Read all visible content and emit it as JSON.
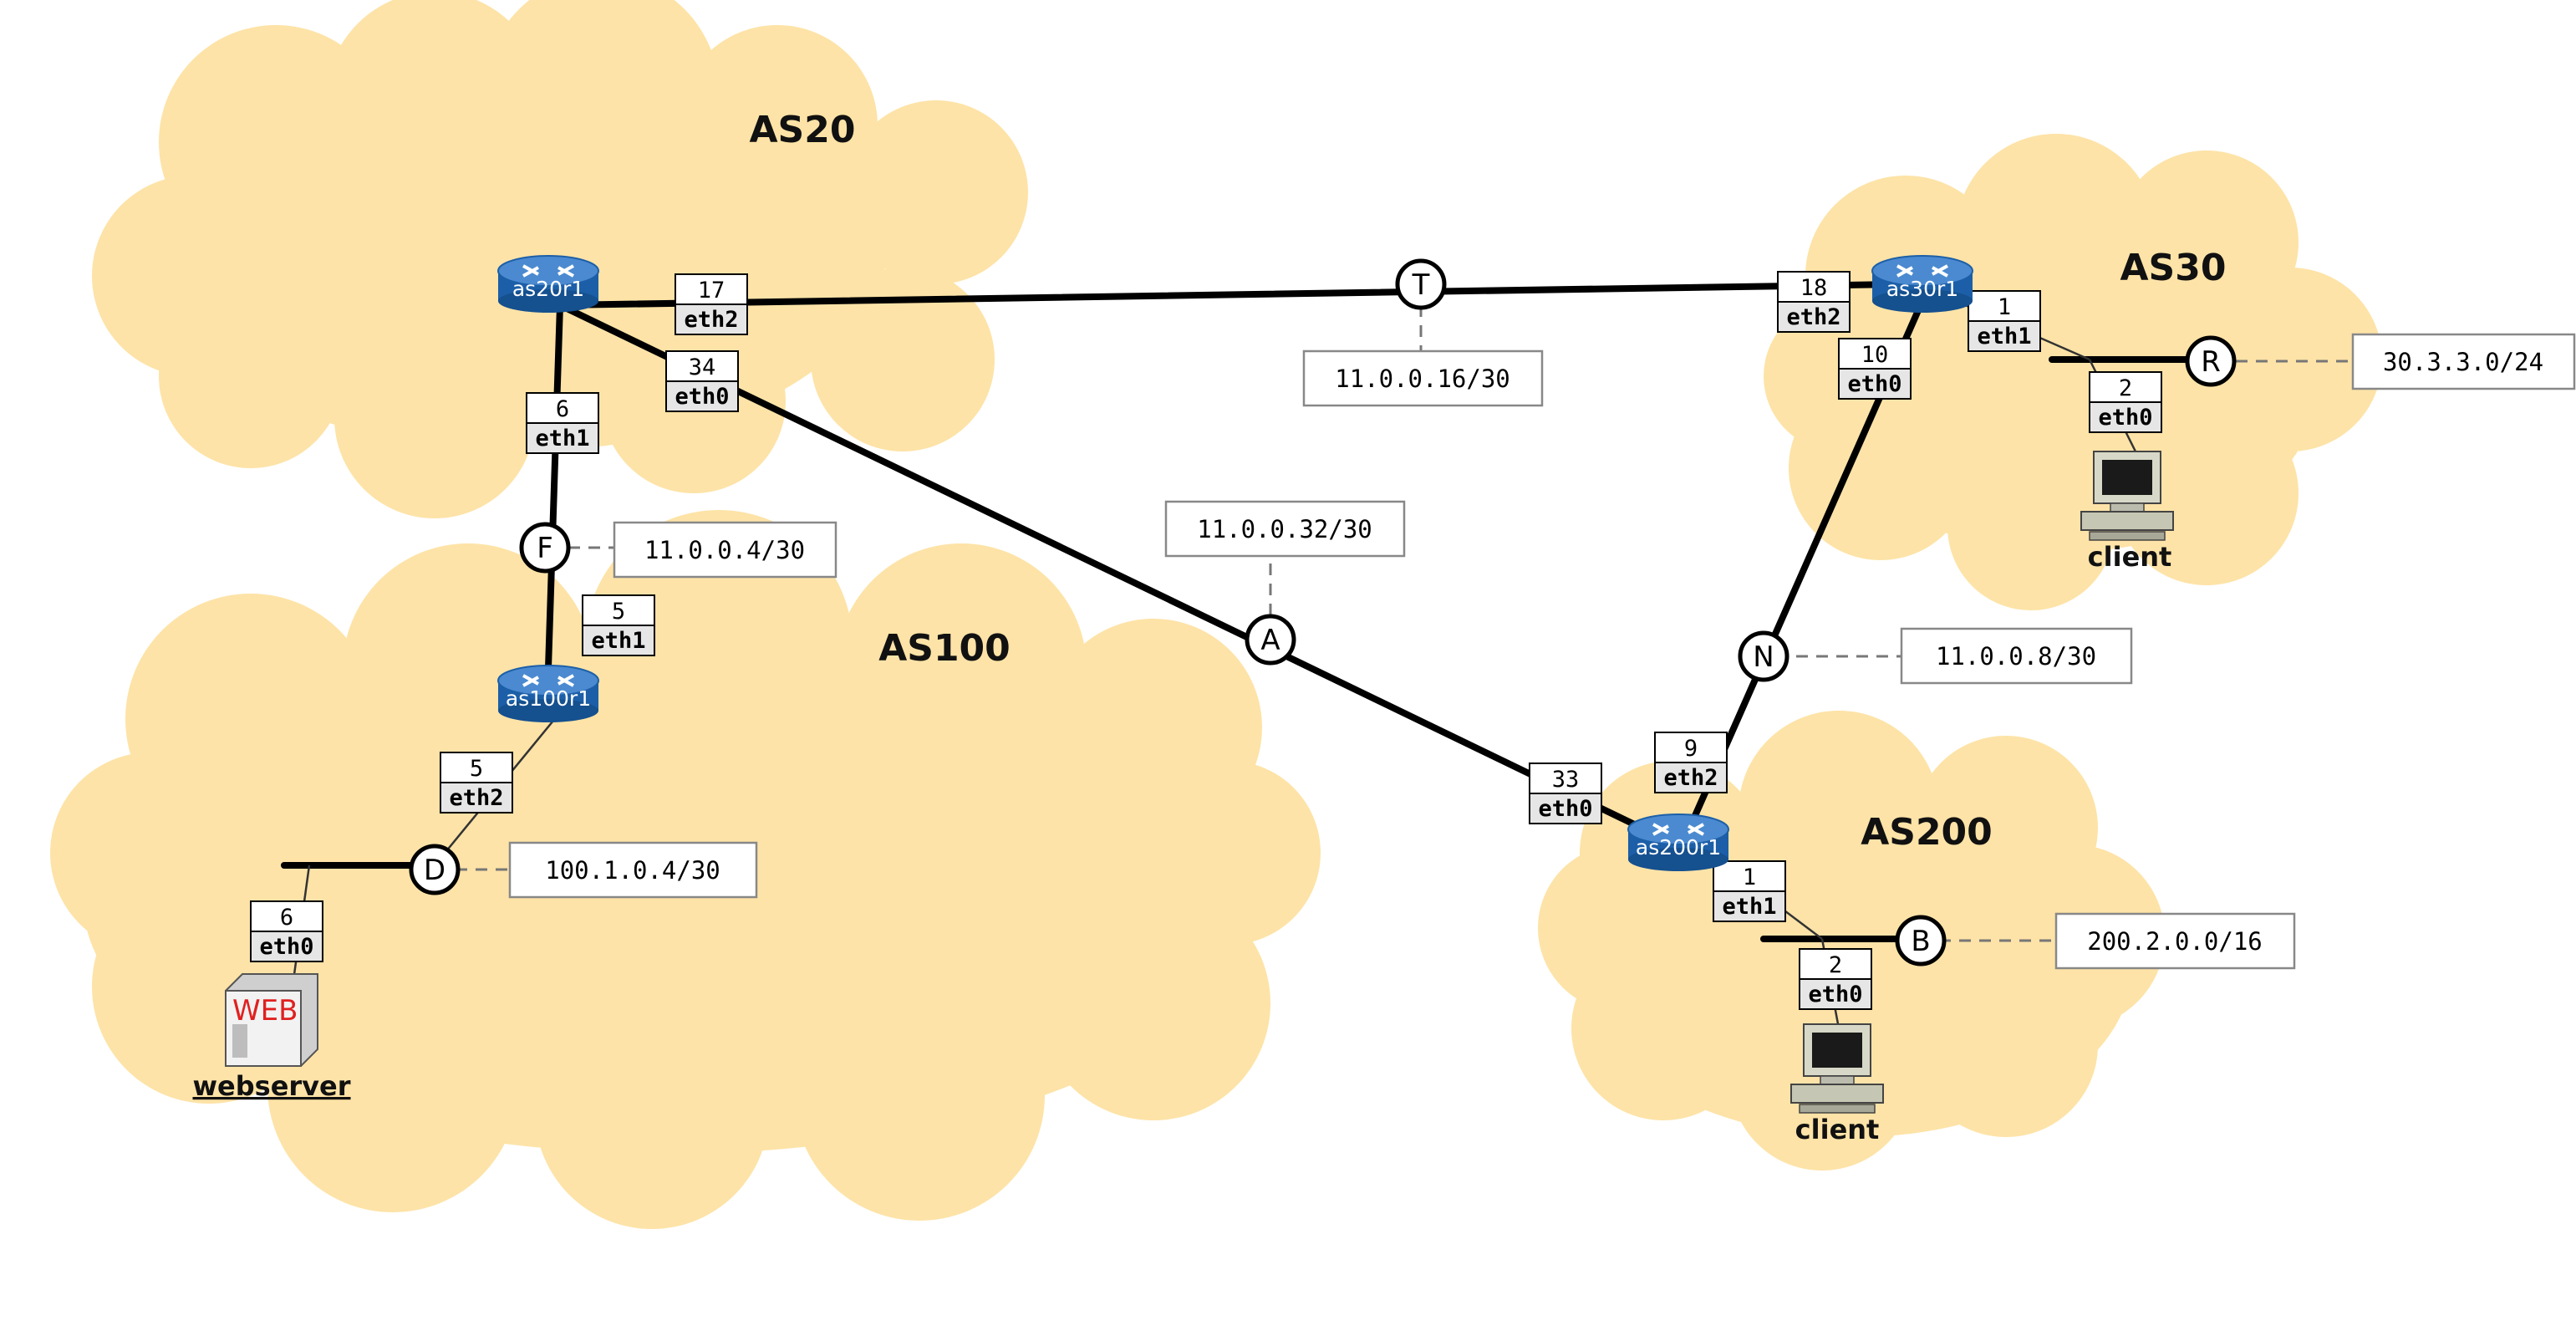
{
  "colors": {
    "cloud": "#fde3a7",
    "link": "#000000",
    "router_body": "#1c5fa8",
    "router_top": "#4b8ad0",
    "subnet_box_border": "#888888",
    "iface_name_bg": "#e6e6e6",
    "web_text": "#e02020"
  },
  "as_labels": {
    "as20": "AS20",
    "as30": "AS30",
    "as100": "AS100",
    "as200": "AS200"
  },
  "routers": {
    "as20r1": {
      "label": "as20r1",
      "icon": "router-icon"
    },
    "as30r1": {
      "label": "as30r1",
      "icon": "router-icon"
    },
    "as100r1": {
      "label": "as100r1",
      "icon": "router-icon"
    },
    "as200r1": {
      "label": "as200r1",
      "icon": "router-icon"
    }
  },
  "hosts": {
    "webserver": {
      "label": "webserver",
      "badge": "WEB",
      "icon": "webserver-icon"
    },
    "client30": {
      "label": "client",
      "icon": "computer-icon"
    },
    "client200": {
      "label": "client",
      "icon": "computer-icon"
    }
  },
  "networks": {
    "T": {
      "letter": "T",
      "subnet": "11.0.0.16/30"
    },
    "A": {
      "letter": "A",
      "subnet": "11.0.0.32/30"
    },
    "F": {
      "letter": "F",
      "subnet": "11.0.0.4/30"
    },
    "N": {
      "letter": "N",
      "subnet": "11.0.0.8/30"
    },
    "D": {
      "letter": "D",
      "subnet": "100.1.0.4/30"
    },
    "R": {
      "letter": "R",
      "subnet": "30.3.3.0/24"
    },
    "B": {
      "letter": "B",
      "subnet": "200.2.0.0/16"
    }
  },
  "interfaces": {
    "as20r1_eth2": {
      "num": "17",
      "name": "eth2"
    },
    "as20r1_eth0": {
      "num": "34",
      "name": "eth0"
    },
    "as20r1_eth1": {
      "num": "6",
      "name": "eth1"
    },
    "as30r1_eth2": {
      "num": "18",
      "name": "eth2"
    },
    "as30r1_eth1": {
      "num": "1",
      "name": "eth1"
    },
    "as30r1_eth0": {
      "num": "10",
      "name": "eth0"
    },
    "client30_eth0": {
      "num": "2",
      "name": "eth0"
    },
    "as100r1_eth1": {
      "num": "5",
      "name": "eth1"
    },
    "as100r1_eth2": {
      "num": "5",
      "name": "eth2"
    },
    "webserver_eth0": {
      "num": "6",
      "name": "eth0"
    },
    "as200r1_eth0": {
      "num": "33",
      "name": "eth0"
    },
    "as200r1_eth2": {
      "num": "9",
      "name": "eth2"
    },
    "as200r1_eth1": {
      "num": "1",
      "name": "eth1"
    },
    "client200_eth0": {
      "num": "2",
      "name": "eth0"
    }
  }
}
